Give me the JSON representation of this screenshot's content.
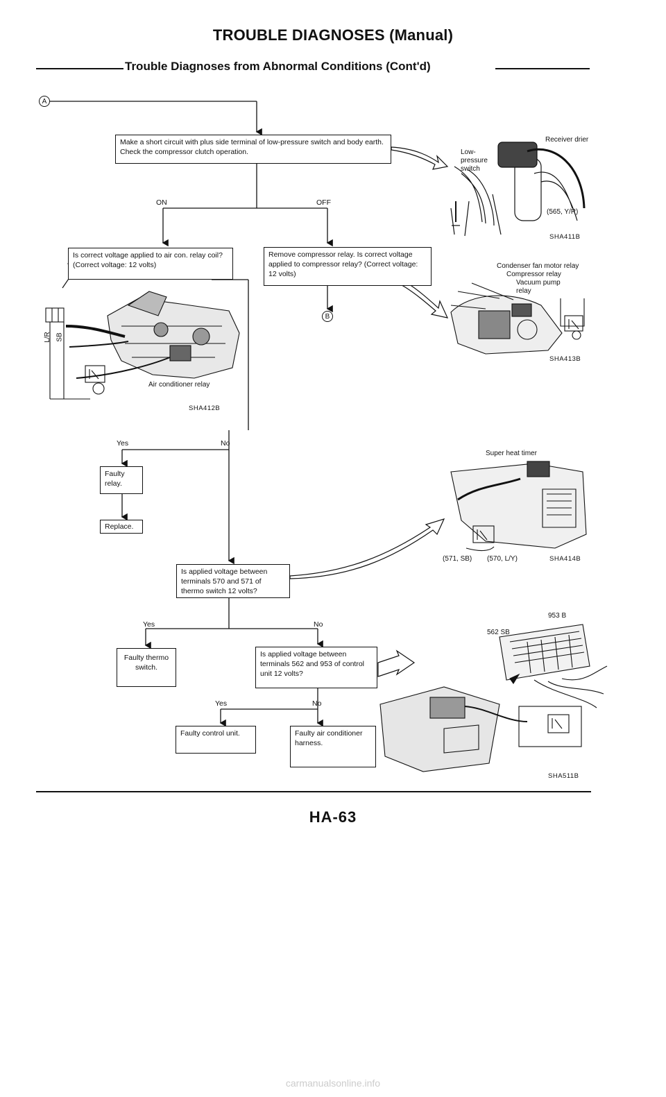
{
  "header": {
    "title": "TROUBLE DIAGNOSES (Manual)",
    "subtitle": "Trouble Diagnoses from Abnormal Conditions (Cont'd)"
  },
  "connectors": {
    "start": "A",
    "end_b": "B"
  },
  "flow": {
    "step1": "Make a short circuit with plus side terminal of low-pressure switch and body earth. Check the compressor clutch operation.",
    "on": "ON",
    "off": "OFF",
    "step_on": "Is correct voltage applied to air con. relay coil? (Correct voltage: 12 volts)",
    "step_off": "Remove compressor relay. Is correct voltage applied to compressor relay? (Correct voltage: 12 volts)",
    "yes1": "Yes",
    "no1": "No",
    "faulty_relay": "Faulty relay.",
    "replace": "Replace.",
    "step_thermo": "Is applied voltage between terminals 570 and 571 of thermo switch 12 volts?",
    "yes2": "Yes",
    "no2": "No",
    "faulty_thermo": "Faulty thermo switch.",
    "step_control": "Is applied voltage between terminals 562 and 953 of control unit 12 volts?",
    "yes3": "Yes",
    "no3": "No",
    "faulty_control": "Faulty control unit.",
    "faulty_harness": "Faulty air conditioner harness."
  },
  "figures": {
    "fig1": {
      "code": "SHA411B",
      "labels": [
        "Receiver drier",
        "Low-pressure switch",
        "(565, Y/R)"
      ]
    },
    "fig2": {
      "code": "SHA412B",
      "labels": [
        "Air conditioner relay",
        "L/R",
        "SB"
      ]
    },
    "fig3": {
      "code": "SHA413B",
      "labels": [
        "Condenser fan motor relay",
        "Compressor relay",
        "Vacuum pump relay"
      ]
    },
    "fig4": {
      "code": "SHA414B",
      "labels": [
        "Super heat timer",
        "(571, SB)",
        "(570, L/Y)"
      ]
    },
    "fig5": {
      "code": "SHA511B",
      "labels": [
        "953 B",
        "562 SB"
      ]
    }
  },
  "page_number": "HA-63",
  "footer": "carmanualsonline.info"
}
